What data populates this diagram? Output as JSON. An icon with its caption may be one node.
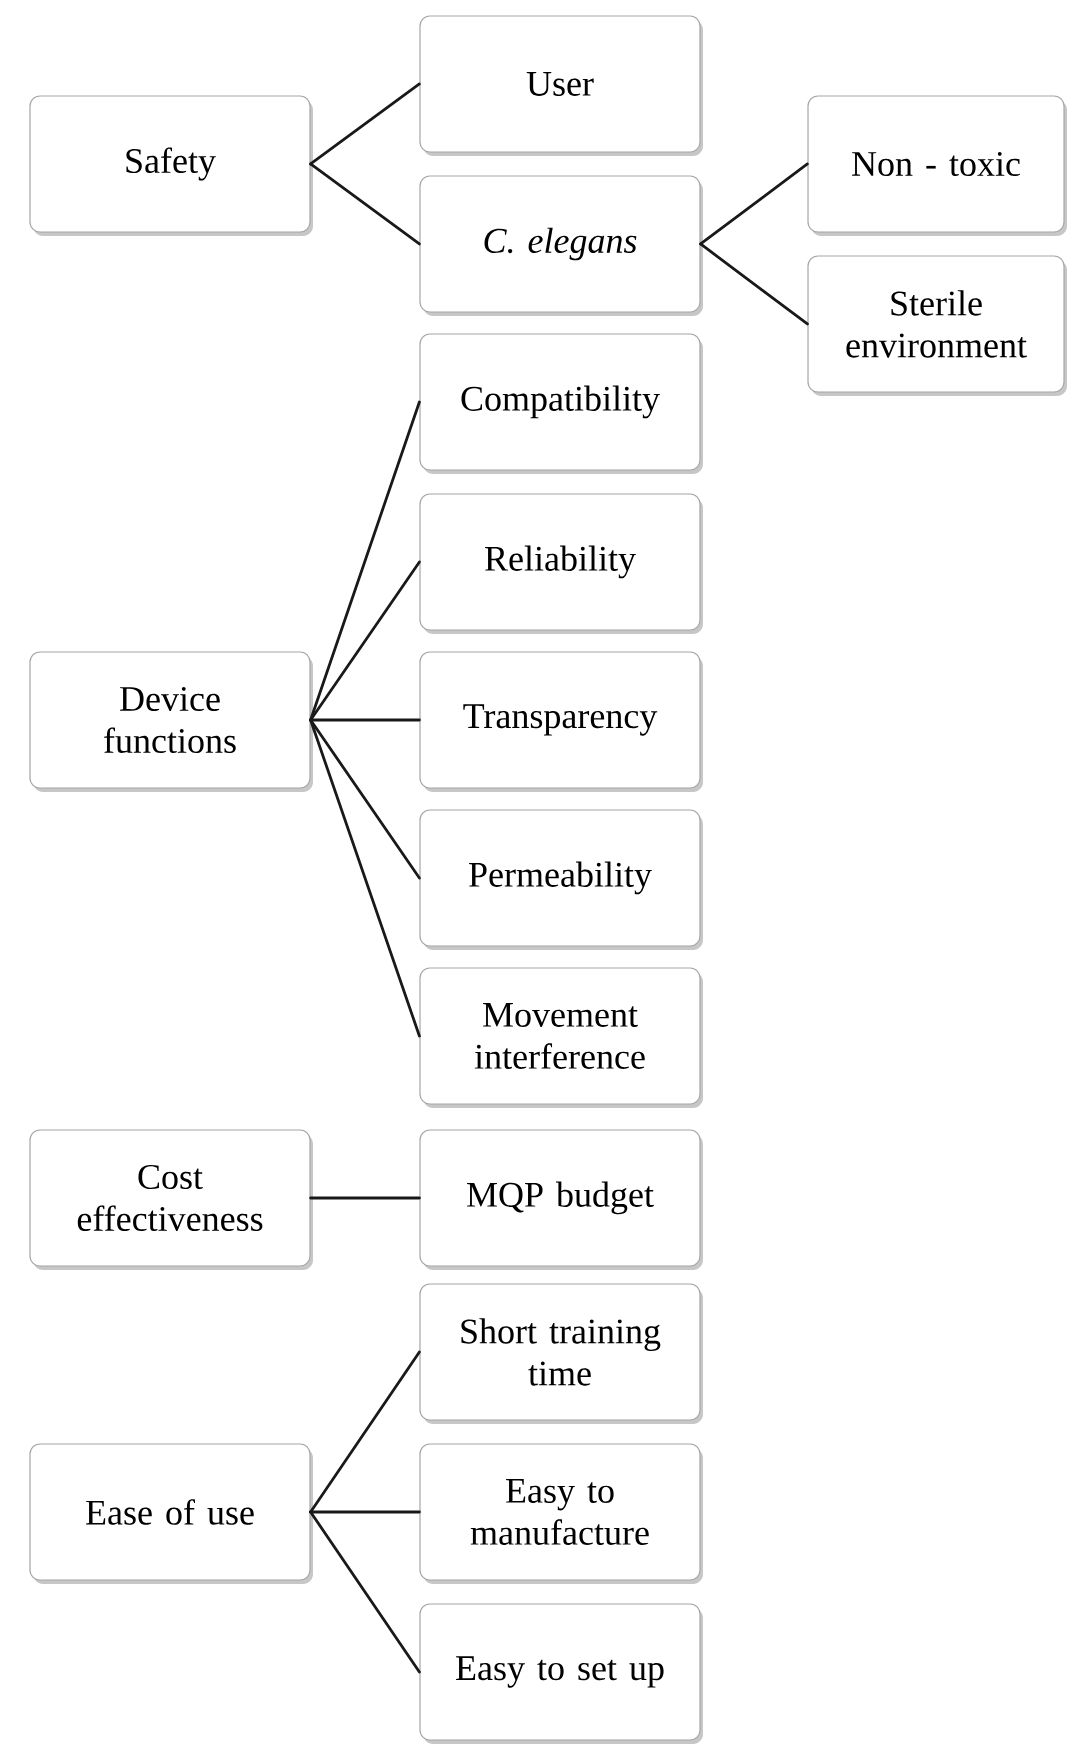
{
  "diagram": {
    "nodes": [
      {
        "text": [
          "Safety"
        ]
      },
      {
        "text": [
          "User"
        ]
      },
      {
        "text": [
          "C. elegans"
        ]
      },
      {
        "text": [
          "Non - toxic"
        ]
      },
      {
        "text": [
          "Sterile environment"
        ]
      },
      {
        "text": [
          "Device functions"
        ]
      },
      {
        "text": [
          "Compatibility"
        ]
      },
      {
        "text": [
          "Reliability"
        ]
      },
      {
        "text": [
          "Transparency"
        ]
      },
      {
        "text": [
          "Permeability"
        ]
      },
      {
        "text": [
          "Movement interference"
        ]
      },
      {
        "text": [
          "Cost effectiveness"
        ]
      },
      {
        "text": [
          "MQP budget"
        ]
      },
      {
        "text": [
          "Ease of use"
        ]
      },
      {
        "text": [
          "Short training time"
        ]
      },
      {
        "text": [
          "Easy to manufacture"
        ]
      },
      {
        "text": [
          "Easy to set up"
        ]
      }
    ],
    "edges": [
      {
        "from": 0,
        "to": 1,
        "arrow": "none"
      },
      {
        "from": 0,
        "to": 2,
        "arrow": "none"
      },
      {
        "from": 2,
        "to": 3,
        "arrow": "none"
      },
      {
        "from": 2,
        "to": 4,
        "arrow": "none"
      },
      {
        "from": 5,
        "to": 6,
        "arrow": "none"
      },
      {
        "from": 5,
        "to": 7,
        "arrow": "none"
      },
      {
        "from": 5,
        "to": 8,
        "arrow": "none"
      },
      {
        "from": 5,
        "to": 9,
        "arrow": "none"
      },
      {
        "from": 5,
        "to": 10,
        "arrow": "none"
      },
      {
        "from": 11,
        "to": 12,
        "arrow": "none"
      },
      {
        "from": 13,
        "to": 14,
        "arrow": "none"
      },
      {
        "from": 13,
        "to": 15,
        "arrow": "none"
      },
      {
        "from": 13,
        "to": 16,
        "arrow": "none"
      }
    ]
  }
}
